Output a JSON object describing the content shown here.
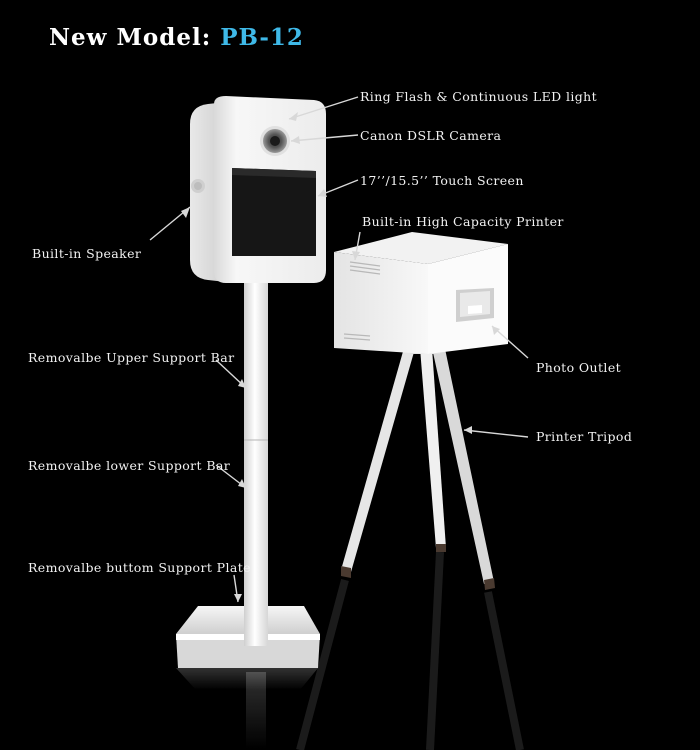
{
  "title": {
    "prefix": "New Model: ",
    "model": "PB-12"
  },
  "labels": {
    "ring_flash": "Ring Flash & Continuous LED light",
    "camera": "Canon DSLR Camera",
    "screen": "17’’/15.5’’ Touch Screen",
    "printer": "Built-in High Capacity Printer",
    "speaker": "Built-in Speaker",
    "upper_bar": "Removalbe Upper Support Bar",
    "lower_bar": "Removalbe lower Support Bar",
    "bottom_plate": "Removalbe buttom Support Plate",
    "photo_outlet": "Photo Outlet",
    "tripod": "Printer Tripod"
  },
  "colors": {
    "background": "#000000",
    "accent": "#3fb9e8",
    "text": "#f2f2f2",
    "product": "#f4f4f4"
  }
}
